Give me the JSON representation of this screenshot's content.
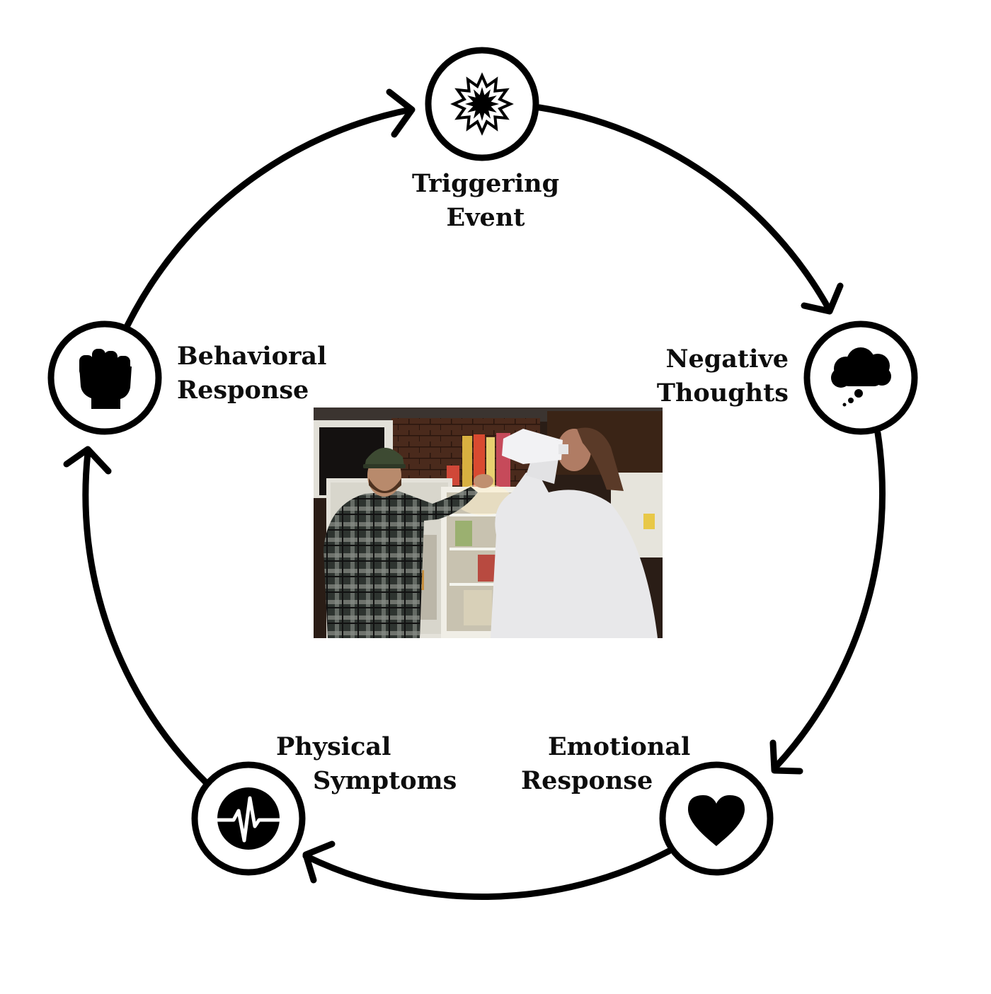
{
  "diagram": {
    "stroke_color": "#000000",
    "background_color": "#ffffff",
    "stages": [
      {
        "id": "trigger",
        "lines": [
          "Triggering",
          "Event"
        ],
        "icon": "starburst-icon"
      },
      {
        "id": "thoughts",
        "lines": [
          "Negative",
          "Thoughts"
        ],
        "icon": "thought-cloud-icon"
      },
      {
        "id": "emotion",
        "lines": [
          "Emotional",
          "Response"
        ],
        "icon": "heart-icon"
      },
      {
        "id": "physical",
        "lines": [
          "Physical",
          "Symptoms"
        ],
        "icon": "heartbeat-pulse-icon"
      },
      {
        "id": "behavior",
        "lines": [
          "Behavioral",
          "Response"
        ],
        "icon": "fist-icon"
      }
    ],
    "flow": "clockwise"
  },
  "photo": {
    "subject": "Two men in a kitchen at an open refrigerator; one in a plaid flannel shirt and cap holds the fridge door, the other in a white hoodie drinks from a milk jug",
    "colors": {
      "wall": "#3a2418",
      "fridge": "#e4e2da",
      "hoodie": "#e8e8ea",
      "flannel": "#2e3430"
    }
  }
}
